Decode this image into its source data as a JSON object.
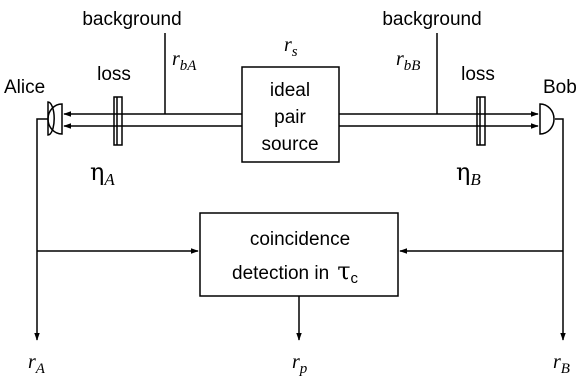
{
  "labels": {
    "alice": "Alice",
    "bob": "Bob",
    "background_left": "background",
    "background_right": "background",
    "loss_left": "loss",
    "loss_right": "loss"
  },
  "rates": {
    "r_bA": {
      "main": "r",
      "sub": "bA"
    },
    "r_bB": {
      "main": "r",
      "sub": "bB"
    },
    "r_s": {
      "main": "r",
      "sub": "s"
    },
    "r_A": {
      "main": "r",
      "sub": "A"
    },
    "r_p": {
      "main": "r",
      "sub": "p"
    },
    "r_B": {
      "main": "r",
      "sub": "B"
    }
  },
  "efficiency": {
    "eta_A": {
      "main": "η",
      "sub": "A"
    },
    "eta_B": {
      "main": "η",
      "sub": "B"
    }
  },
  "source_box": {
    "line1": "ideal",
    "line2": "pair",
    "line3": "source"
  },
  "coincidence_box": {
    "line1": "coincidence",
    "line2": "detection in",
    "tau": "τ",
    "tau_sub": "c"
  }
}
